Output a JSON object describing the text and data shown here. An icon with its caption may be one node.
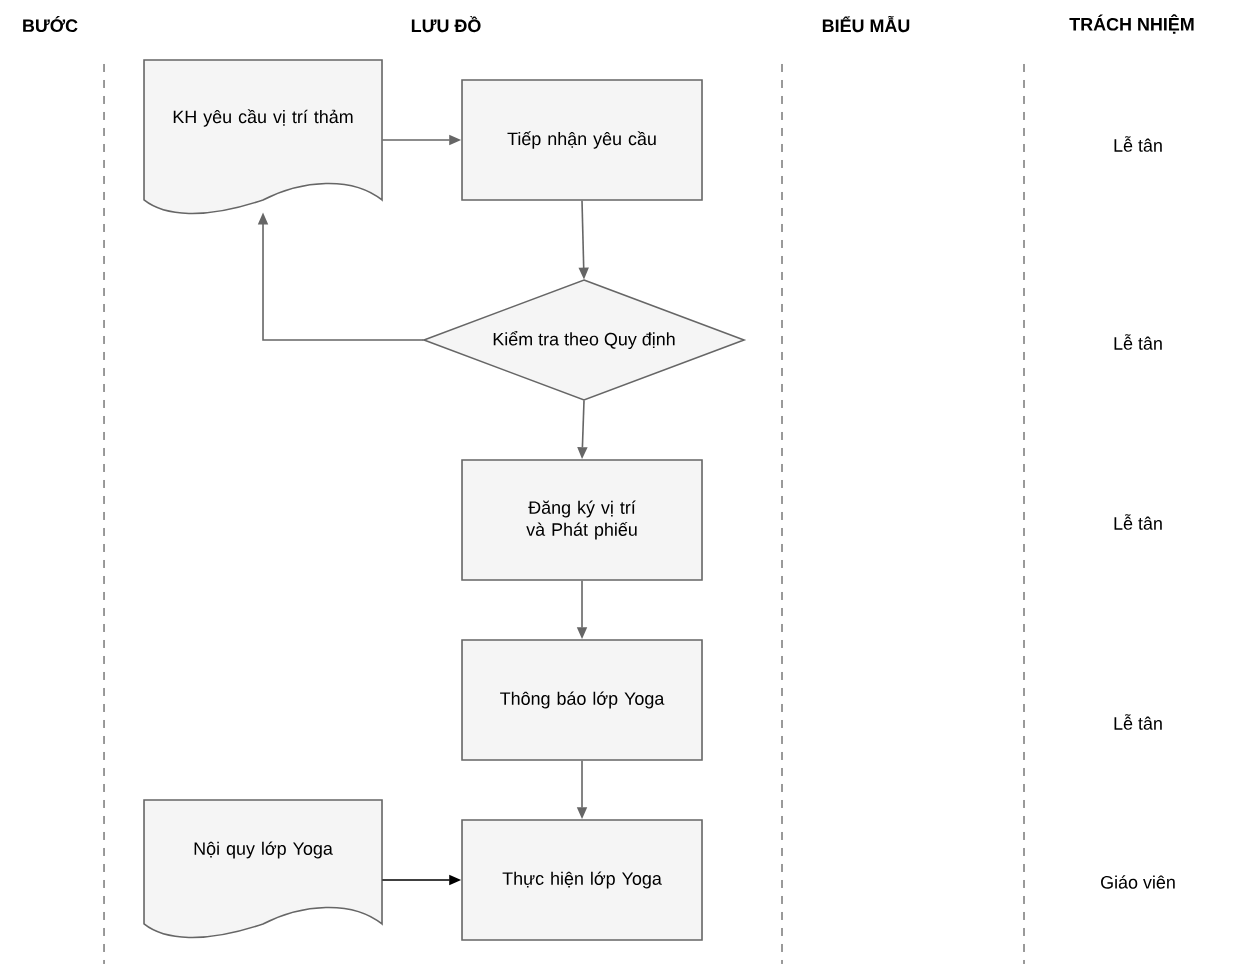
{
  "diagram": {
    "nodes": [
      {
        "text": [
          "KH yêu cầu vị trí thảm"
        ]
      },
      {
        "text": [
          "Tiếp nhận yêu cầu"
        ]
      },
      {
        "text": [
          "Kiểm tra theo Quy định"
        ]
      },
      {
        "text": [
          "Đăng ký vị trí và Phát phiếu"
        ]
      },
      {
        "text": [
          "Thông báo lớp Yoga"
        ]
      },
      {
        "text": [
          "Nội quy lớp Yoga"
        ]
      },
      {
        "text": [
          "Thực hiện lớp Yoga"
        ]
      }
    ],
    "edges": [
      {
        "from": 0,
        "to": 1,
        "arrow": "to"
      },
      {
        "from": 1,
        "to": 2,
        "arrow": "to"
      },
      {
        "from": 2,
        "to": 0,
        "arrow": "to"
      },
      {
        "from": 2,
        "to": 3,
        "arrow": "to"
      },
      {
        "from": 3,
        "to": 4,
        "arrow": "to"
      },
      {
        "from": 4,
        "to": 6,
        "arrow": "to"
      },
      {
        "from": 5,
        "to": 6,
        "arrow": "to",
        "color": "#000000"
      }
    ],
    "labels": [
      "BƯỚC",
      "LƯU ĐỒ",
      "BIỂU MẪU",
      "TRÁCH NHIỆM",
      "Lễ tân",
      "Lễ tân",
      "Lễ tân",
      "Lễ tân",
      "Giáo viên"
    ]
  }
}
